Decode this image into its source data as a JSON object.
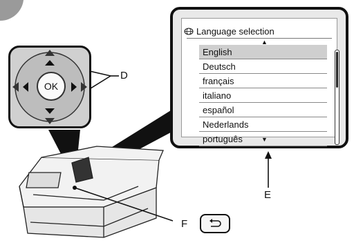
{
  "screen": {
    "title": "Language selection",
    "title_icon": "globe-settings-icon",
    "languages": [
      "English",
      "Deutsch",
      "français",
      "italiano",
      "español",
      "Nederlands",
      "português"
    ],
    "selected_index": 0
  },
  "control_pad": {
    "ok_label": "OK"
  },
  "callouts": {
    "d": "D",
    "e": "E",
    "f": "F"
  },
  "icons": {
    "back_button": "back-arrow-icon"
  }
}
